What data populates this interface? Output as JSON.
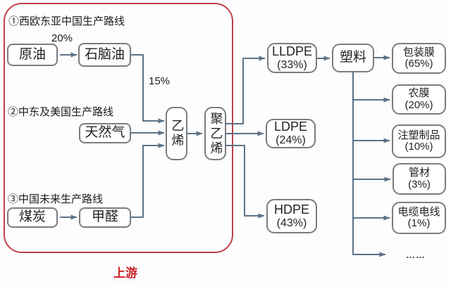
{
  "diagram": {
    "frame_label": "上游",
    "ellipsis": "……",
    "routes": [
      {
        "title": "①西欧东亚中国生产路线"
      },
      {
        "title": "②中东及美国生产路线"
      },
      {
        "title": "③中国未来生产路线"
      }
    ],
    "nodes": {
      "crude_oil": "原油",
      "naphtha": "石脑油",
      "natural_gas": "天然气",
      "coal": "煤炭",
      "formaldehyde": "甲醛",
      "ethylene": "乙烯",
      "polyethylene": "聚乙烯",
      "plastic": "塑料"
    },
    "edge_labels": {
      "crude_to_naphtha": "20%",
      "naphtha_to_ethylene": "15%"
    },
    "pe_grades": [
      {
        "name": "LLDPE",
        "share": "(33%)"
      },
      {
        "name": "LDPE",
        "share": "(24%)"
      },
      {
        "name": "HDPE",
        "share": "(43%)"
      }
    ],
    "applications": [
      {
        "name": "包装膜",
        "share": "(65%)"
      },
      {
        "name": "农膜",
        "share": "(20%)"
      },
      {
        "name": "注塑制品",
        "share": "(10%)"
      },
      {
        "name": "管材",
        "share": "(3%)"
      },
      {
        "name": "电缆电线",
        "share": "(1%)"
      }
    ],
    "edges": [
      {
        "from": "原油",
        "to": "石脑油",
        "label": "20%"
      },
      {
        "from": "石脑油",
        "to": "乙烯",
        "label": "15%"
      },
      {
        "from": "天然气",
        "to": "乙烯",
        "label": ""
      },
      {
        "from": "煤炭",
        "to": "甲醛",
        "label": ""
      },
      {
        "from": "甲醛",
        "to": "乙烯",
        "label": ""
      },
      {
        "from": "乙烯",
        "to": "聚乙烯",
        "label": ""
      },
      {
        "from": "聚乙烯",
        "to": "LLDPE",
        "label": "(33%)"
      },
      {
        "from": "聚乙烯",
        "to": "LDPE",
        "label": "(24%)"
      },
      {
        "from": "聚乙烯",
        "to": "HDPE",
        "label": "(43%)"
      },
      {
        "from": "LLDPE",
        "to": "塑料",
        "label": ""
      },
      {
        "from": "塑料",
        "to": "包装膜",
        "label": "(65%)"
      },
      {
        "from": "塑料",
        "to": "农膜",
        "label": "(20%)"
      },
      {
        "from": "塑料",
        "to": "注塑制品",
        "label": "(10%)"
      },
      {
        "from": "塑料",
        "to": "管材",
        "label": "(3%)"
      },
      {
        "from": "塑料",
        "to": "电缆电线",
        "label": "(1%)"
      },
      {
        "from": "塑料",
        "to": "……",
        "label": ""
      }
    ],
    "colors": {
      "line": "#5c7287",
      "box_border": "#7c7c7c",
      "frame_red": "#c0404a",
      "label_red": "#cc2127",
      "text": "#222222"
    }
  }
}
